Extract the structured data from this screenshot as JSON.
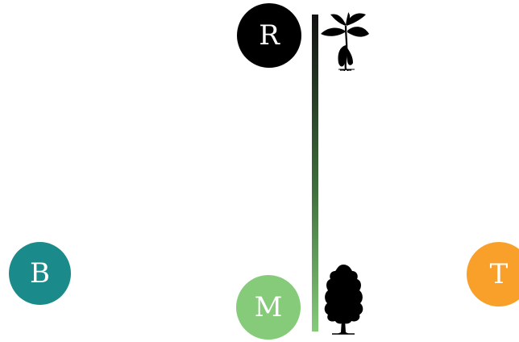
{
  "diagram": {
    "nodes": [
      {
        "id": "R",
        "label": "R",
        "color": "#000000"
      },
      {
        "id": "M",
        "label": "M",
        "color": "#85cb7a"
      },
      {
        "id": "B",
        "label": "B",
        "color": "#1a8a8a"
      },
      {
        "id": "T",
        "label": "T",
        "color": "#f9a02a"
      }
    ],
    "gradient": {
      "top_color": "#111111",
      "mid_color": "#3f6e3d",
      "bottom_color": "#85cb7a"
    },
    "icons": {
      "top": "seedling-icon",
      "bottom": "tree-icon"
    }
  }
}
